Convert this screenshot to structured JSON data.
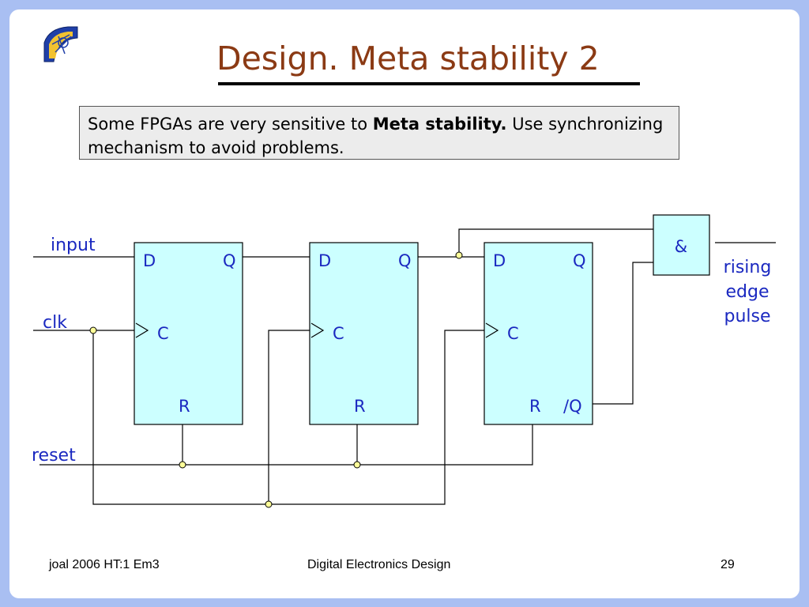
{
  "slide": {
    "title": "Design. Meta stability 2",
    "note": {
      "text_before": "Some FPGAs are very sensitive to ",
      "text_bold": "Meta stability.",
      "text_after": " Use synchronizing mechanism to avoid problems."
    },
    "logo_icon": "university-seal-icon"
  },
  "circuit": {
    "signals": {
      "input": "input",
      "clk": "clk",
      "reset": "reset",
      "output": [
        "rising",
        "edge",
        "pulse"
      ]
    },
    "flipflops": [
      {
        "d": "D",
        "q": "Q",
        "c": "C",
        "r": "R",
        "qbar": ""
      },
      {
        "d": "D",
        "q": "Q",
        "c": "C",
        "r": "R",
        "qbar": ""
      },
      {
        "d": "D",
        "q": "Q",
        "c": "C",
        "r": "R",
        "qbar": "/Q"
      }
    ],
    "gate": {
      "label": "&"
    },
    "colors": {
      "block_fill": "#ccffff",
      "wire": "#000000",
      "junction": "#ffff99",
      "label": "#1a28c0"
    }
  },
  "footer": {
    "left": "joal 2006 HT:1 Em3",
    "center": "Digital Electronics Design",
    "page": "29"
  }
}
